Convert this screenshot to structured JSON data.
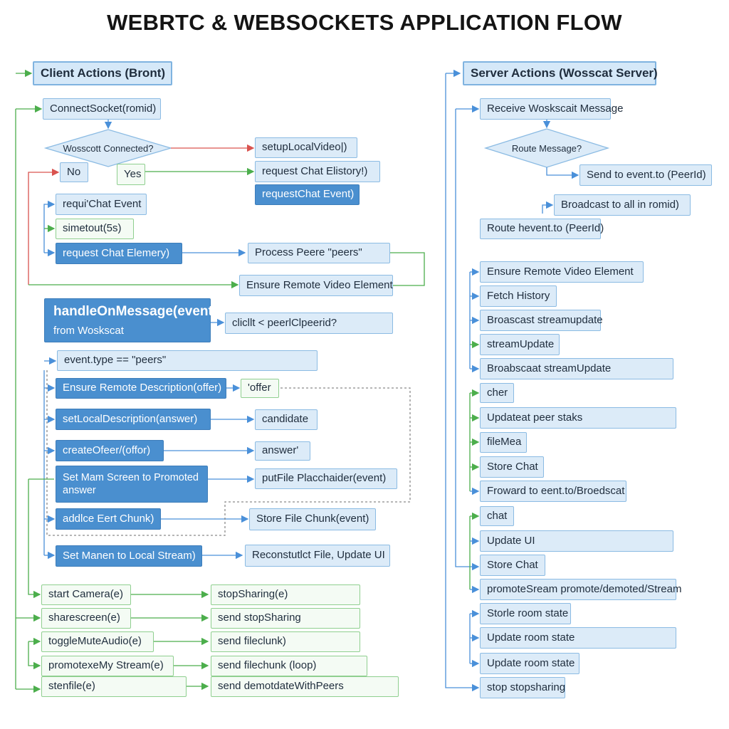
{
  "title": "WEBRTC & WEBSOCKETS APPLICATION FLOW",
  "client": {
    "header": "Client Actions (Bront)",
    "connect": "ConnectSocket(romid)",
    "decision": "Wosscott Connected?",
    "no": "No",
    "yes": "Yes",
    "setup_local_video": "setupLocalVideo|)",
    "request_chat_history": "request Chat Elistory!)",
    "request_chat_event_top": "requestChat Event)",
    "request_chat_event": "requi'Chat Event",
    "timeout": "simetout(5s)",
    "request_chat_element": "request Chat Elemery)",
    "process_peers": "Process Peere \"peers\"",
    "ensure_remote_video": "Ensure Remote Video Element",
    "handle_message_title": "handleOnMessage(event)",
    "handle_message_sub": "from Woskscat",
    "client_peer": "clicllt < peerlClpeerid?",
    "event_type": "event.type == \"peers\"",
    "ensure_remote_desc": "Ensure Remote Description(offer)",
    "offer": "'offer",
    "set_local_desc": "setLocalDescription(answer)",
    "candidate": "candidate",
    "create_offer": "createOfeer/(offor)",
    "answer": "answer'",
    "set_main_screen": "Set Mam Screen to Promoted answer",
    "put_file_placeholder": "putFile Placchaider(event)",
    "add_file_chunk": "addlce Eert Chunk)",
    "store_file_chunk": "Store File Chunk(event)",
    "set_local_stream": "Set Manen to Local Stream)",
    "reconstruct_file": "Reconstutlct File, Update UI",
    "actions": [
      {
        "left": "start Camera(e)",
        "right": "stopSharing(e)"
      },
      {
        "left": "sharescreen(e)",
        "right": "send stopSharing"
      },
      {
        "left": "toggleMuteAudio(e)",
        "right": "send fileclunk)"
      },
      {
        "left": "promotexeMy Stream(e)",
        "right": "send filechunk (loop)"
      },
      {
        "left": "stenfile(e)",
        "right": "send demotdateWithPeers"
      }
    ]
  },
  "server": {
    "header": "Server Actions (Wosscat Server)",
    "receive": "Receive Woskscait Message",
    "decision": "Route Message?",
    "send_to": "Send to event.to (PeerId)",
    "broadcast_all": "Broadcast to all in romid)",
    "route_hevent": "Route hevent.to (PeerId)",
    "items": [
      "Ensure Remote Video Element",
      "Fetch History",
      "Broascast streamupdate",
      "streamUpdate",
      "Broabscaat streamUpdate",
      "cher",
      "Updateat peer staks",
      "fileMea",
      "Store Chat",
      "Froward to eent.to/Broedscat",
      "chat",
      "Update UI",
      "Store Chat",
      "promoteSream promote/demoted/Stream",
      "Storle room state",
      "Update room state",
      "Update room state",
      "stop stopsharing"
    ]
  },
  "colors": {
    "blue_line": "#4a90d9",
    "green_line": "#4cae4c",
    "red_line": "#d9534f",
    "light_box": "#dcebf8",
    "dark_box": "#4a8fcf",
    "green_box": "#f4fbf4"
  }
}
